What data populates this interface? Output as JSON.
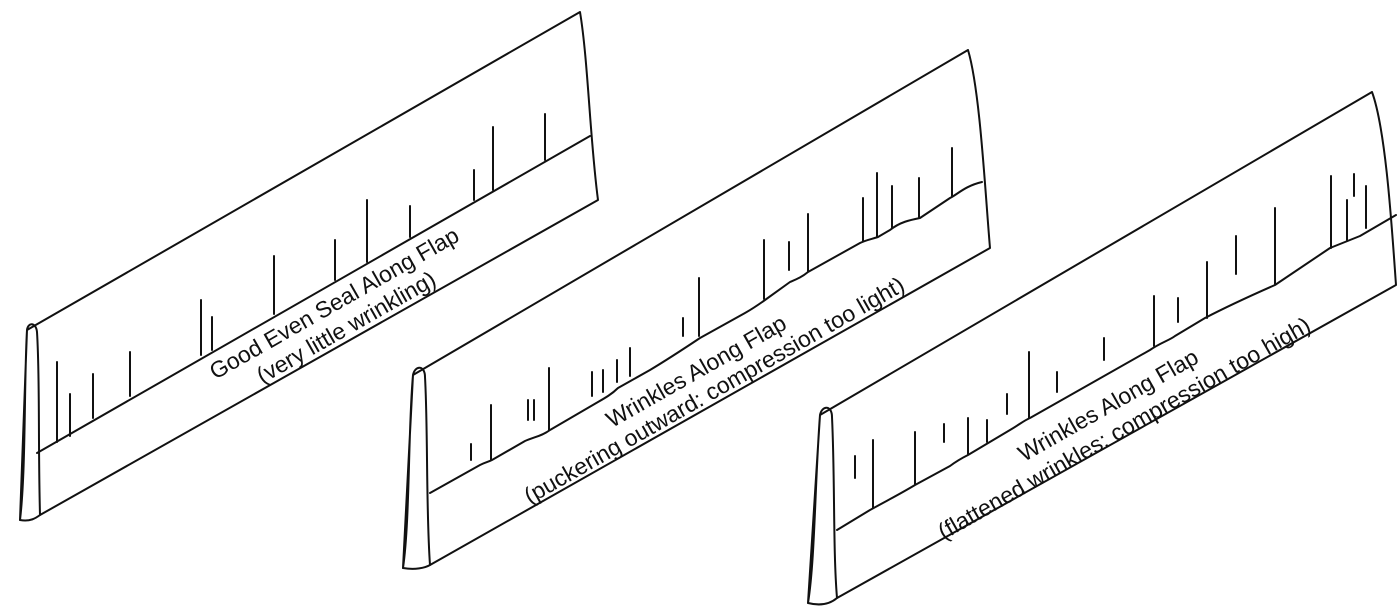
{
  "panels": [
    {
      "title": "Good Even Seal Along Flap",
      "subtitle": "(very little wrinkling)"
    },
    {
      "title": "Wrinkles Along Flap",
      "subtitle": "(puckering outward: compression too light)"
    },
    {
      "title": "Wrinkles Along Flap",
      "subtitle": "(flattened wrinkles: compression too high)"
    }
  ]
}
